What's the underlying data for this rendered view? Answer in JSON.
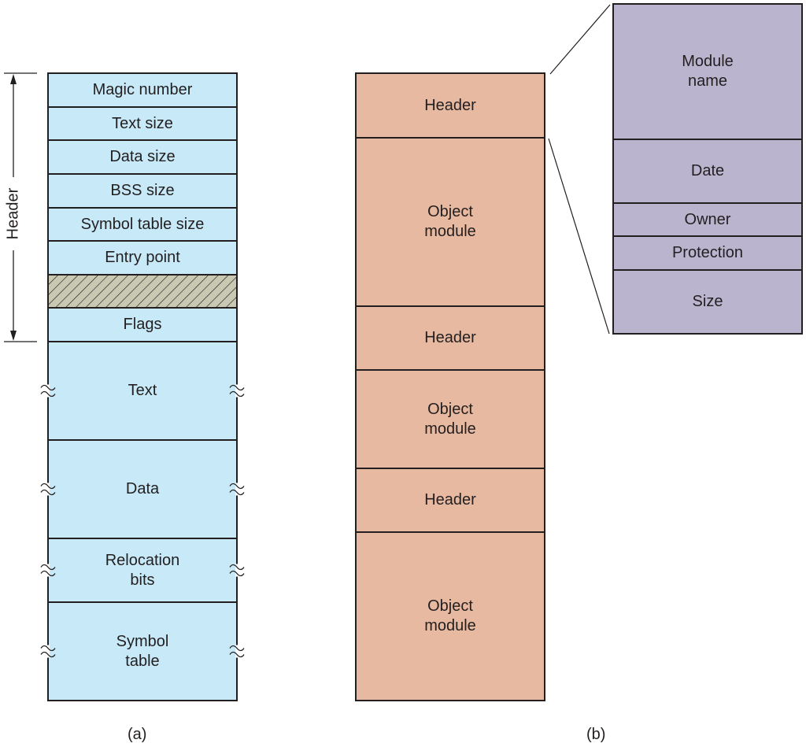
{
  "panel_a": {
    "caption": "(a)",
    "bracket_label": "Header",
    "fields": [
      {
        "label": "Magic number"
      },
      {
        "label": "Text size"
      },
      {
        "label": "Data size"
      },
      {
        "label": "BSS size"
      },
      {
        "label": "Symbol table size"
      },
      {
        "label": "Entry point"
      },
      {
        "label": "",
        "hatched": true
      },
      {
        "label": "Flags"
      },
      {
        "label": "Text",
        "variable": true
      },
      {
        "label": "Data",
        "variable": true
      },
      {
        "label": "Relocation\nbits",
        "variable": true
      },
      {
        "label": "Symbol\ntable",
        "variable": true
      }
    ],
    "color": "#c8e9f8"
  },
  "panel_b": {
    "caption": "(b)",
    "blocks": [
      {
        "label": "Header"
      },
      {
        "label": "Object\nmodule"
      },
      {
        "label": "Header"
      },
      {
        "label": "Object\nmodule"
      },
      {
        "label": "Header"
      },
      {
        "label": "Object\nmodule"
      }
    ],
    "color": "#e6b9a0",
    "detail": {
      "fields": [
        {
          "label": "Module\nname"
        },
        {
          "label": "Date"
        },
        {
          "label": "Owner"
        },
        {
          "label": "Protection"
        },
        {
          "label": "Size"
        }
      ],
      "color": "#bab4cf"
    }
  }
}
